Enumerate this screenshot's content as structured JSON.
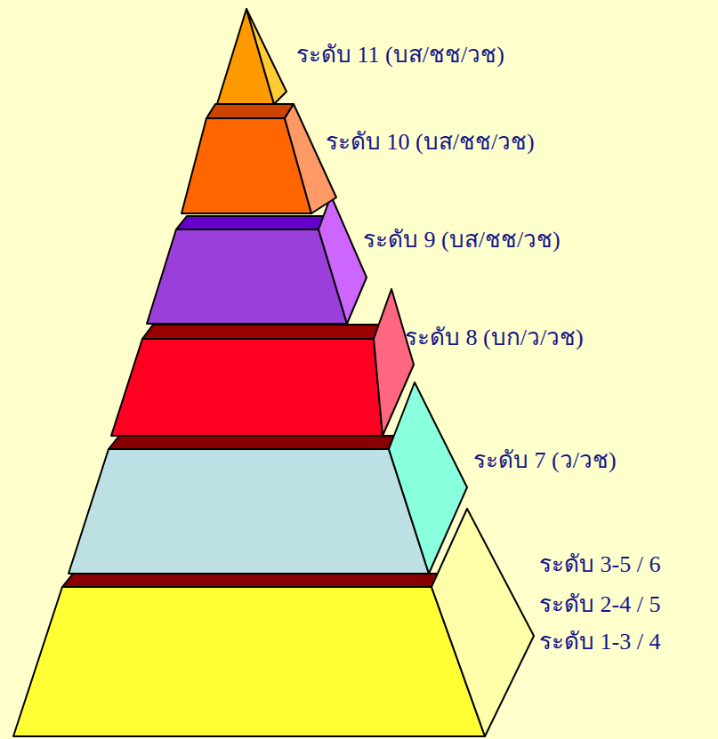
{
  "diagram": {
    "nodes": [
      {
        "text": [
          "ระดับ 11 (บส/ชช/วช)"
        ]
      },
      {
        "text": [
          "ระดับ 10 (บส/ชช/วช)"
        ]
      },
      {
        "text": [
          "ระดับ 9 (บส/ชช/วช)"
        ]
      },
      {
        "text": [
          "ระดับ 8 (บก/ว/วช)"
        ]
      },
      {
        "text": [
          "ระดับ 7 (ว/วช)"
        ]
      },
      {
        "text": [
          "ระดับ 3-5 / 6",
          "ระดับ 2-4 / 5",
          "ระดับ 1-3 / 4"
        ]
      }
    ]
  }
}
